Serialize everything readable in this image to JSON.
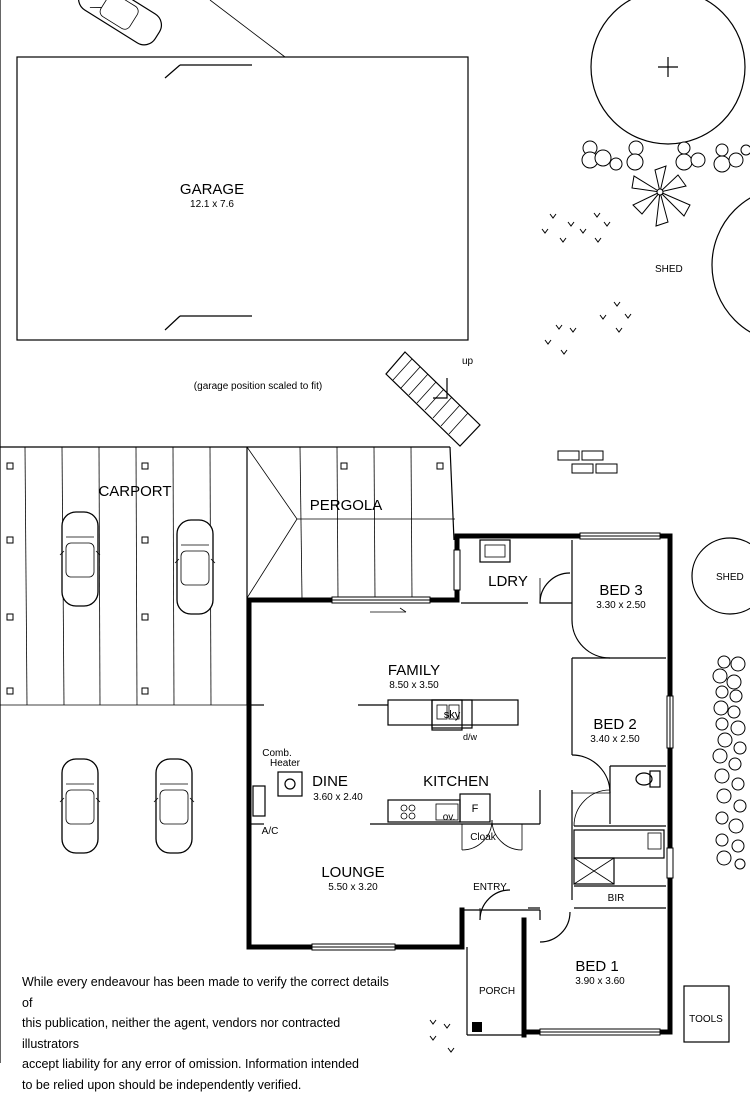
{
  "rooms": {
    "garage": {
      "name": "GARAGE",
      "dims": "12.1 x 7.6"
    },
    "garage_note": "(garage position scaled to fit)",
    "stairs_up": "up",
    "shed_top": "SHED",
    "shed_right": "SHED",
    "carport": "CARPORT",
    "pergola": "PERGOLA",
    "laundry": "LDRY",
    "bed3": {
      "name": "BED 3",
      "dims": "3.30 x 2.50"
    },
    "family": {
      "name": "FAMILY",
      "dims": "8.50 x 3.50"
    },
    "bed2": {
      "name": "BED 2",
      "dims": "3.40 x 2.50"
    },
    "sky": "sky",
    "dishwasher": "d/w",
    "comb_heater": [
      "Comb.",
      "Heater"
    ],
    "dine": {
      "name": "DINE",
      "dims": "3.60 x 2.40"
    },
    "kitchen": "KITCHEN",
    "fridge": "F",
    "oven": "ov.",
    "ac": "A/C",
    "cloak": "Cloak",
    "lounge": {
      "name": "LOUNGE",
      "dims": "5.50 x 3.20"
    },
    "entry": "ENTRY",
    "bir": "BIR",
    "bed1": {
      "name": "BED 1",
      "dims": "3.90 x 3.60"
    },
    "porch": "PORCH",
    "tools": "TOOLS"
  },
  "disclaimer": [
    "While every endeavour has been made to verify the correct details of",
    "this publication, neither the agent, vendors nor contracted illustrators",
    "accept liability for any error of omission. Information intended",
    "to be relied upon should be independently verified."
  ]
}
